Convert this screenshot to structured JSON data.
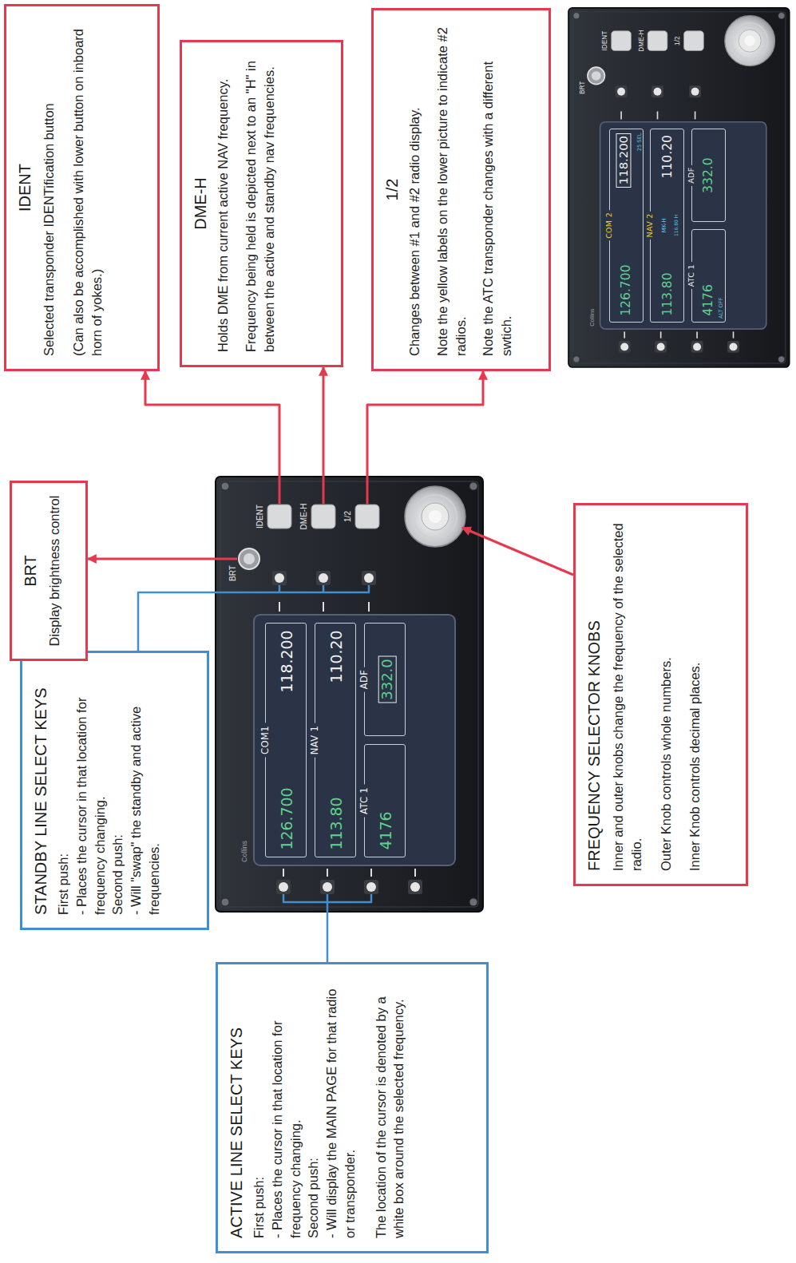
{
  "diagram": {
    "nodes": [
      {
        "text": [
          "ACTIVE LINE SELECT KEYS",
          "First push:",
          "- Places the cursor in that location for frequency changing.",
          "Second push:",
          "- Will display the MAIN PAGE for that radio or transponder.",
          "The location of the cursor is denoted by a white box around the selected frequency."
        ]
      },
      {
        "text": [
          "STANDBY LINE SELECT KEYS",
          "First push:",
          "- Places the cursor in that location for frequency changing.",
          "Second push:",
          "- Will \"swap\" the standby and active frequencies."
        ]
      },
      {
        "text": [
          "BRT",
          "Display brightness control"
        ]
      },
      {
        "text": [
          "IDENT",
          "Selected transponder IDENTification button",
          "(Can also be accomplished with lower button on inboard horn of yokes.)"
        ]
      },
      {
        "text": [
          "DME-H",
          "Holds DME from current active NAV frequency.",
          "Frequency being held is depicted next to an \"H\" in between the active and standby nav frequencies."
        ]
      },
      {
        "text": [
          "1/2",
          "Changes between #1 and #2 radio display.",
          "Note the yellow labels on the lower picture to indicate #2 radios.",
          "Note the ATC transponder changes with a different swtich."
        ]
      },
      {
        "text": [
          "FREQUENCY SELECTOR KNOBS",
          "Inner and outer knobs change the frequency of the selected radio.",
          "Outer Knob controls whole numbers.",
          "Inner Knob controls decimal places."
        ]
      },
      {
        "text": [
          "COM1",
          "126.700",
          "118.200"
        ]
      },
      {
        "text": [
          "NAV 1",
          "113.80",
          "110.20"
        ]
      },
      {
        "text": [
          "ATC 1",
          "4176"
        ]
      },
      {
        "text": [
          "ADF"
        ]
      },
      {
        "text": [
          "332.0"
        ],
        "in": 10
      },
      {
        "text": [
          "COM 2",
          "126.700",
          "25 SEL"
        ]
      },
      {
        "text": [
          "118.200"
        ],
        "in": 12
      },
      {
        "text": [
          "NAV 2",
          "113.80",
          "MK-H",
          "110.20",
          "116.80 H"
        ]
      },
      {
        "text": [
          "ATC 1",
          "4176",
          "ALT OFF"
        ]
      },
      {
        "text": [
          "ADF",
          "332.0"
        ]
      }
    ],
    "labels": [
      "Collins",
      "BRT",
      "IDENT",
      "DME-H",
      "1/2",
      "Collins",
      "BRT",
      "IDENT",
      "DME-H",
      "1/2"
    ]
  }
}
